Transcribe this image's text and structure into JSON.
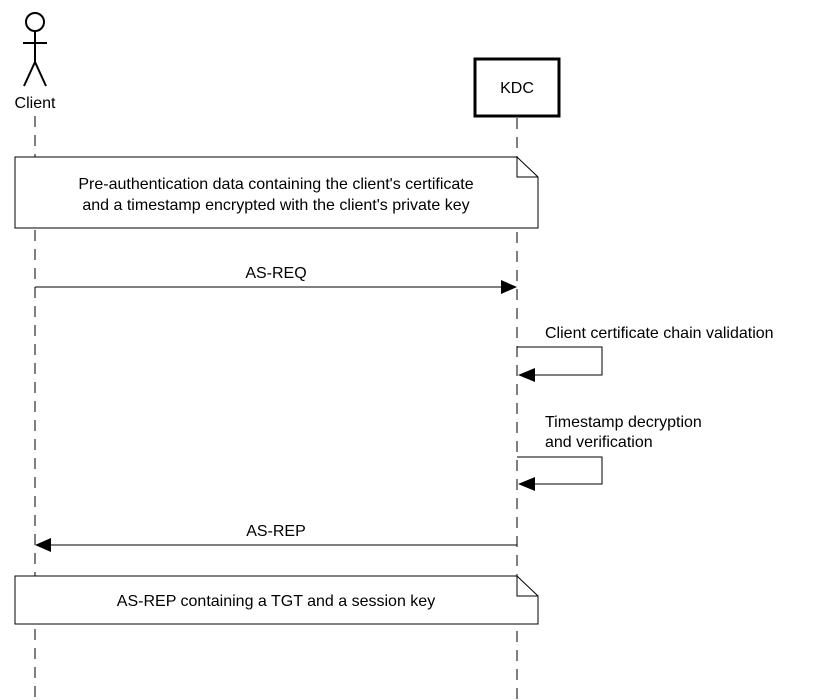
{
  "participants": {
    "client": {
      "label": "Client"
    },
    "kdc": {
      "label": "KDC"
    }
  },
  "notes": {
    "pre_auth": {
      "lines": [
        "Pre-authentication data containing the client's certificate",
        "and a timestamp encrypted with the client's private key"
      ]
    },
    "as_rep": {
      "lines": [
        "AS-REP containing a TGT and a session key"
      ]
    }
  },
  "messages": {
    "as_req": {
      "label": "AS-REQ"
    },
    "as_rep": {
      "label": "AS-REP"
    }
  },
  "self_messages": {
    "cert_validation": {
      "lines": [
        "Client certificate chain validation"
      ]
    },
    "timestamp_verify": {
      "lines": [
        "Timestamp decryption",
        "and verification"
      ]
    }
  }
}
